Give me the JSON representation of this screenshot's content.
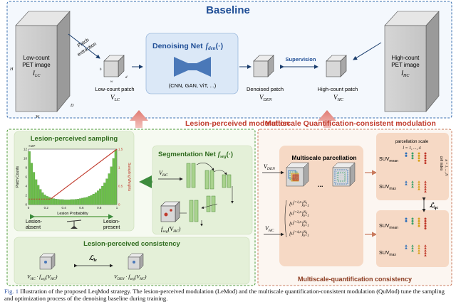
{
  "baseline": {
    "title": "Baseline",
    "lowcount_image": {
      "line1": "Low-count",
      "line2": "PET image",
      "symbol": "I",
      "sub": "LC"
    },
    "dim_h": "H",
    "dim_w": "W",
    "dim_d": "D",
    "patch_extraction": {
      "line1": "Patch",
      "line2": "extraction"
    },
    "small_h": "h",
    "small_w": "w",
    "small_d": "d",
    "lowcount_patch": {
      "label": "Low-count patch",
      "symbol": "V",
      "sub": "LC"
    },
    "denoising_net": {
      "title": "Denoising Net",
      "symbol": "f",
      "sub": "den",
      "arg": "(·)",
      "models": "(CNN, GAN, ViT, ...)"
    },
    "denoised_patch": {
      "label": "Denoised patch",
      "symbol": "V",
      "sub": "DEN"
    },
    "supervision": "Supervision",
    "highcount_patch": {
      "label": "High-count patch",
      "symbol": "V",
      "sub": "HC"
    },
    "highcount_image": {
      "line1": "High-count",
      "line2": "PET image",
      "symbol": "I",
      "sub": "HC"
    }
  },
  "lemod": {
    "title": "Lesion-perceived modulation",
    "sampling": {
      "title": "Lesion-perceived sampling",
      "exponent": "×10⁴",
      "yleft": "Patch Counts",
      "yright": "Sampling Weights",
      "xlabel": "Lesion Probability",
      "xticks": [
        "0",
        "0.2",
        "0.4",
        "0.6",
        "0.8",
        "1"
      ],
      "ylticks": [
        "0",
        "2",
        "4",
        "6",
        "8",
        "10",
        "12"
      ],
      "yrticks": [
        "0",
        "0.5",
        "1",
        "1.5"
      ],
      "absent": {
        "line1": "Lesion-",
        "line2": "absent"
      },
      "present": {
        "line1": "Lesion-",
        "line2": "present"
      }
    },
    "seg_net": {
      "title": "Segmentation Net",
      "symbol": "f",
      "sub": "seg",
      "arg": "(·)",
      "input": "V",
      "input_sub": "HC"
    },
    "seg_output": {
      "f": "f",
      "sub": "seg",
      "v": "V",
      "v_sub": "HC"
    },
    "consistency": {
      "title": "Lesion-perceived consistency",
      "loss": "ℒ",
      "loss_sub": "le",
      "left": {
        "v": "V",
        "sub": "HC",
        "f": "f",
        "fsub": "seg",
        "v2": "V",
        "v2sub": "HC"
      },
      "right": {
        "v": "V",
        "sub": "DEN",
        "f": "f",
        "fsub": "seg",
        "v2": "V",
        "v2sub": "HC"
      }
    }
  },
  "qumod": {
    "title": "Multiscale Quantification-consistent modulation",
    "input_den": {
      "v": "V",
      "sub": "DEN"
    },
    "input_hc": {
      "v": "V",
      "sub": "HC"
    },
    "parcellation": "Multiscale parcellation",
    "ellipsis": "...",
    "sets": [
      {
        "sup": "l=1,n",
        "n": "N",
        "nsub": "1"
      },
      {
        "sup": "l=2,n",
        "n": "N",
        "nsub": "2"
      },
      {
        "sup": "l=3,n",
        "n": "N",
        "nsub": "3"
      },
      {
        "sup": "l=4,n",
        "n": "N",
        "nsub": "4"
      }
    ],
    "scale_label": "parcellation scale",
    "scale_range": "l = 1, ..., 4",
    "cell_index": "cell index",
    "cell_range": "n = 1, ..., N",
    "suv_mean": {
      "base": "SUV",
      "sub": "mean"
    },
    "suv_max": {
      "base": "SUV",
      "sub": "max"
    },
    "loss": "ℒ",
    "loss_sub": "qc",
    "footer": "Multiscale-quantification consistency",
    "colors": {
      "scale1": "#2e6fb8",
      "scale2": "#3aa06a",
      "scale3": "#d9a21a",
      "scale4": "#c0392b"
    }
  },
  "caption": {
    "fig": "Fig. 1",
    "text": "Illustration of the proposed LeqMod strategy. The lesion-perceived modulation (LeMod) and the multiscale quantification-consistent modulation (QuMod) tune the sampling and optimization process of the denoising baseline during training."
  },
  "chart_data": {
    "type": "bar",
    "title": "",
    "xlabel": "Lesion Probability",
    "ylabel": "Patch Counts",
    "y2label": "Sampling Weights",
    "xlim": [
      0,
      1
    ],
    "ylim": [
      0,
      12
    ],
    "y2lim": [
      0,
      1.5
    ],
    "bins": [
      0.0,
      0.025,
      0.05,
      0.075,
      0.1,
      0.125,
      0.15,
      0.175,
      0.2,
      0.225,
      0.25,
      0.275,
      0.3,
      0.325,
      0.35,
      0.375,
      0.4,
      0.425,
      0.45,
      0.475,
      0.5,
      0.525,
      0.55,
      0.575,
      0.6,
      0.625,
      0.65,
      0.675,
      0.7,
      0.725,
      0.75,
      0.775,
      0.8,
      0.825,
      0.85,
      0.875,
      0.9,
      0.925,
      0.95,
      0.975
    ],
    "values": [
      11.5,
      9.0,
      7.0,
      5.4,
      4.2,
      3.3,
      2.6,
      2.1,
      1.8,
      1.6,
      1.4,
      1.3,
      1.2,
      1.15,
      1.1,
      1.1,
      1.05,
      1.05,
      1.05,
      1.1,
      1.1,
      1.15,
      1.2,
      1.3,
      1.4,
      1.5,
      1.6,
      1.8,
      2.0,
      2.3,
      2.6,
      3.0,
      3.4,
      4.0,
      4.7,
      5.6,
      6.7,
      8.2,
      10.0,
      11.8
    ],
    "weights": {
      "x": [
        0.0,
        0.25,
        0.25,
        1.0
      ],
      "y": [
        0.15,
        0.15,
        0.15,
        1.5
      ]
    },
    "grid": false
  }
}
